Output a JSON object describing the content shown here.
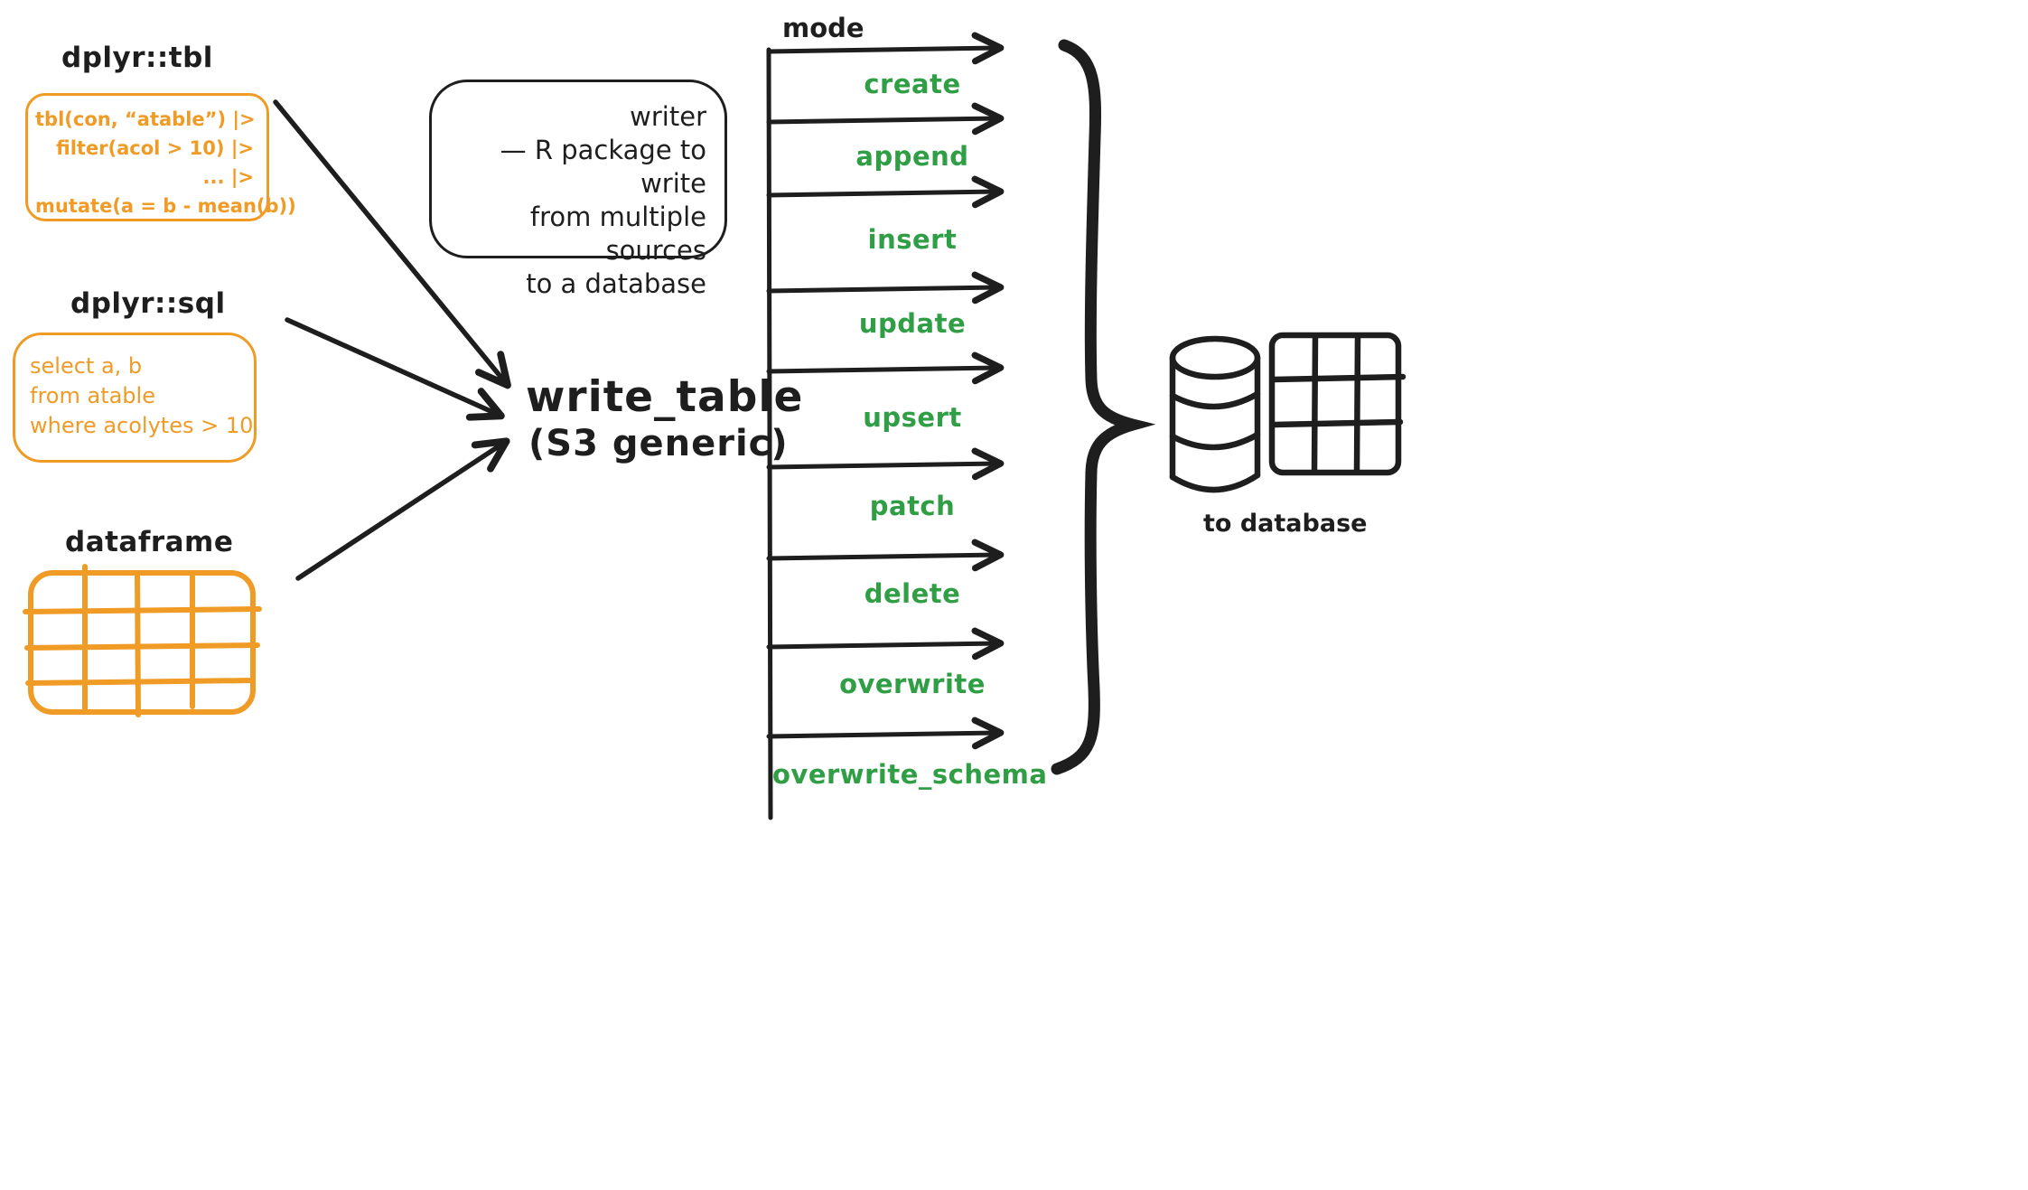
{
  "colors": {
    "ink": "#1e1e1e",
    "orange": "#f09b26",
    "green": "#2f9e44"
  },
  "sources": [
    {
      "label": "dplyr::tbl",
      "lines": [
        "tbl(con, “atable”) |>",
        "filter(acol > 10) |>",
        "... |>",
        "mutate(a = b - mean(b))"
      ]
    },
    {
      "label": "dplyr::sql",
      "lines": [
        "select a, b",
        "from atable",
        "where acolytes > 10"
      ]
    },
    {
      "label": "dataframe"
    }
  ],
  "writer_note": {
    "line1": "writer",
    "line2": "— R package to write",
    "line3": "from multiple sources",
    "line4": "to a database"
  },
  "center": {
    "title": "write_table",
    "subtitle": "(S3 generic)"
  },
  "modes": {
    "label": "mode",
    "items": [
      "create",
      "append",
      "insert",
      "update",
      "upsert",
      "patch",
      "delete",
      "overwrite",
      "overwrite_schema"
    ]
  },
  "destination": {
    "label": "to database"
  }
}
